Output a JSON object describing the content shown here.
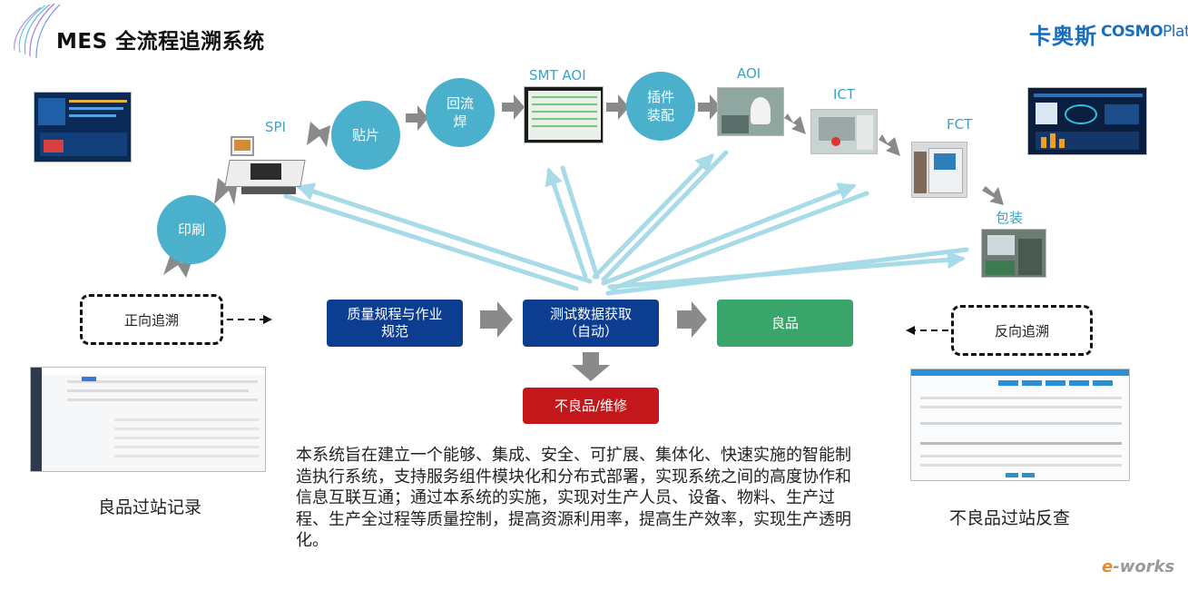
{
  "title": "MES 全流程追溯系统",
  "brand": {
    "cn": "卡奥斯",
    "en_bold": "COSMO",
    "en_thin": "Plat"
  },
  "process": {
    "yinshua": "印刷",
    "spi": "SPI",
    "tiepian": "贴片",
    "huiliuhan": "回流\n焊",
    "smt_aoi": "SMT AOI",
    "chajian": "插件\n装配",
    "aoi": "AOI",
    "ict": "ICT",
    "fct": "FCT",
    "baozhuang": "包装"
  },
  "flow": {
    "forward": "正向追溯",
    "quality": "质量规程与作业\n规范",
    "test": "测试数据获取\n（自动）",
    "good": "良品",
    "defect": "不良品/维修",
    "reverse": "反向追溯"
  },
  "captions": {
    "left": "良品过站记录",
    "right": "不良品过站反查"
  },
  "description": "本系统旨在建立一个能够、集成、安全、可扩展、集体化、快速实施的智能制造执行系统，支持服务组件模块化和分布式部署，实现系统之间的高度协作和信息互联互通；通过本系统的实施，实现对生产人员、设备、物料、生产过程、生产全过程等质量控制，提高资源利用率，提高生产效率，实现生产透明化。",
  "watermark": {
    "e": "e",
    "rest": "-works"
  },
  "colors": {
    "circle": "#4bb0cc",
    "navy": "#0d3d91",
    "green": "#3aa56a",
    "red": "#c4171c",
    "arrow_light": "#a8dbe8",
    "arrow_gray": "#8a8a8a"
  }
}
